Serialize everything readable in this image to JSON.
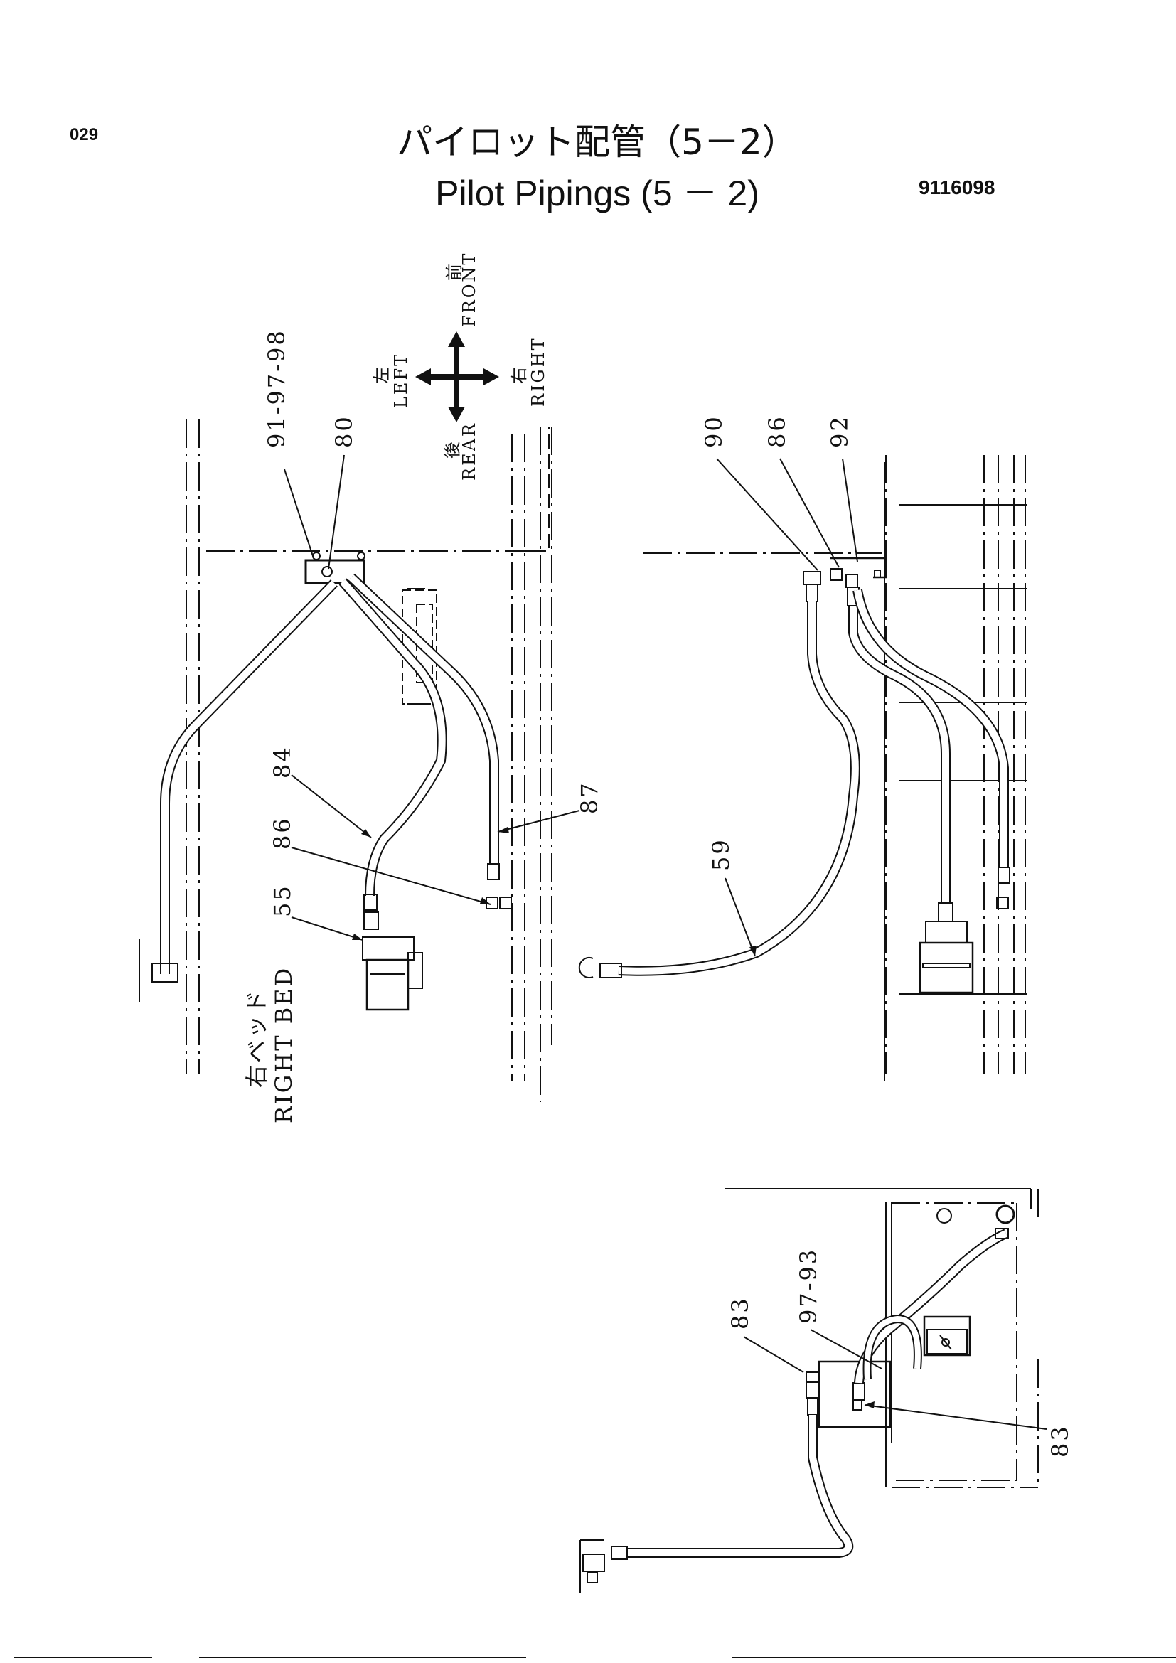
{
  "header": {
    "page_number": "029",
    "title_ja": "パイロット配管（5－2）",
    "title_en": "Pilot Pipings (5 － 2)",
    "drawing_number": "9116098"
  },
  "orientation": {
    "front_ja": "前",
    "front_en": "FRONT",
    "left_ja": "左",
    "left_en": "LEFT",
    "right_ja": "右",
    "right_en": "RIGHT",
    "rear_ja": "後",
    "rear_en": "REAR"
  },
  "views": {
    "view1": {
      "callouts": [
        "91-97-98",
        "80",
        "84",
        "86",
        "55",
        "87"
      ],
      "caption_ja": "右ベッド",
      "caption_en": "RIGHT BED"
    },
    "view2": {
      "callouts": [
        "90",
        "86",
        "92",
        "59"
      ]
    },
    "view3": {
      "callouts": [
        "83",
        "97-93",
        "83"
      ]
    }
  }
}
